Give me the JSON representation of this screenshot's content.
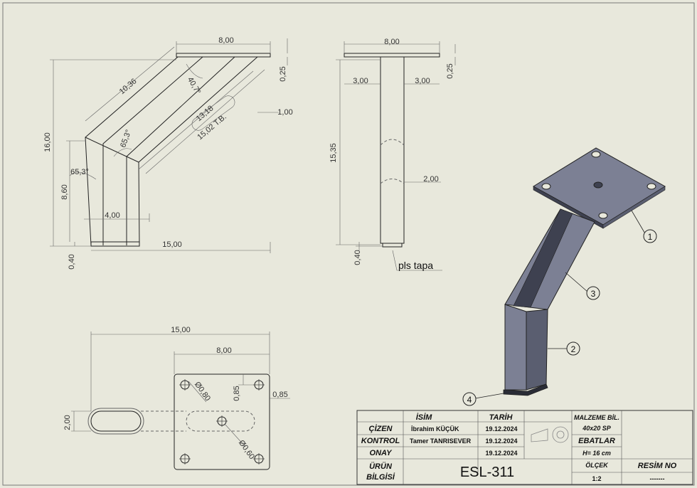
{
  "front_view": {
    "dims": {
      "top_width": "8,00",
      "plate_thk": "0,25",
      "offset": "1,00",
      "height": "16,00",
      "diag_outer": "10,36",
      "angle_top": "40,7°",
      "diag_inner": "13,18",
      "diag_ref": "15,02 T.B.",
      "angle_mid": "65,3°",
      "angle_left": "65,3°",
      "lower_h": "8,60",
      "foot_w": "4,00",
      "foot_plug": "0,40",
      "total_w": "15,00"
    }
  },
  "side_view": {
    "dims": {
      "top_width": "8,00",
      "plate_thk": "0,25",
      "left_off": "3,00",
      "right_off": "3,00",
      "height": "15,35",
      "tube_w": "2,00",
      "plug_h": "0,40"
    },
    "callout": "pls tapa"
  },
  "top_view": {
    "dims": {
      "total_w": "15,00",
      "plate_w": "8,00",
      "hole_off": "0,85",
      "hole_off2": "0,85",
      "hole_dia": "Ø0,80",
      "slot_w": "2,00",
      "tube_dia": "Ø0,60"
    }
  },
  "iso_view": {
    "balloons": [
      "1",
      "2",
      "3",
      "4"
    ]
  },
  "title_block": {
    "hdr_name": "İSİM",
    "hdr_date": "TARİH",
    "row_cizen": "ÇİZEN",
    "row_kontrol": "KONTROL",
    "row_onay": "ONAY",
    "row_urun_1": "ÜRÜN",
    "row_urun_2": "BİLGİSİ",
    "cizen_name": "İbrahim KÜÇÜK",
    "cizen_date": "19.12.2024",
    "kontrol_name": "Tamer TANRISEVER",
    "kontrol_date": "19.12.2024",
    "onay_date": "19.12.2024",
    "part_no": "ESL-311",
    "malzeme_label": "MALZEME BİL.",
    "malzeme_value": "40x20 SP",
    "ebat_label": "EBATLAR",
    "ebat_value": "H= 16 cm",
    "olcek_label": "ÖLÇEK",
    "olcek_value": "1:2",
    "resim_label": "RESİM NO",
    "resim_value": "-------"
  },
  "colors": {
    "paper": "#e8e8dc",
    "line": "#222222",
    "dim": "#555555",
    "steel": "#7c8094",
    "steel_dark": "#3e4150",
    "steel_light": "#a9adbd"
  }
}
